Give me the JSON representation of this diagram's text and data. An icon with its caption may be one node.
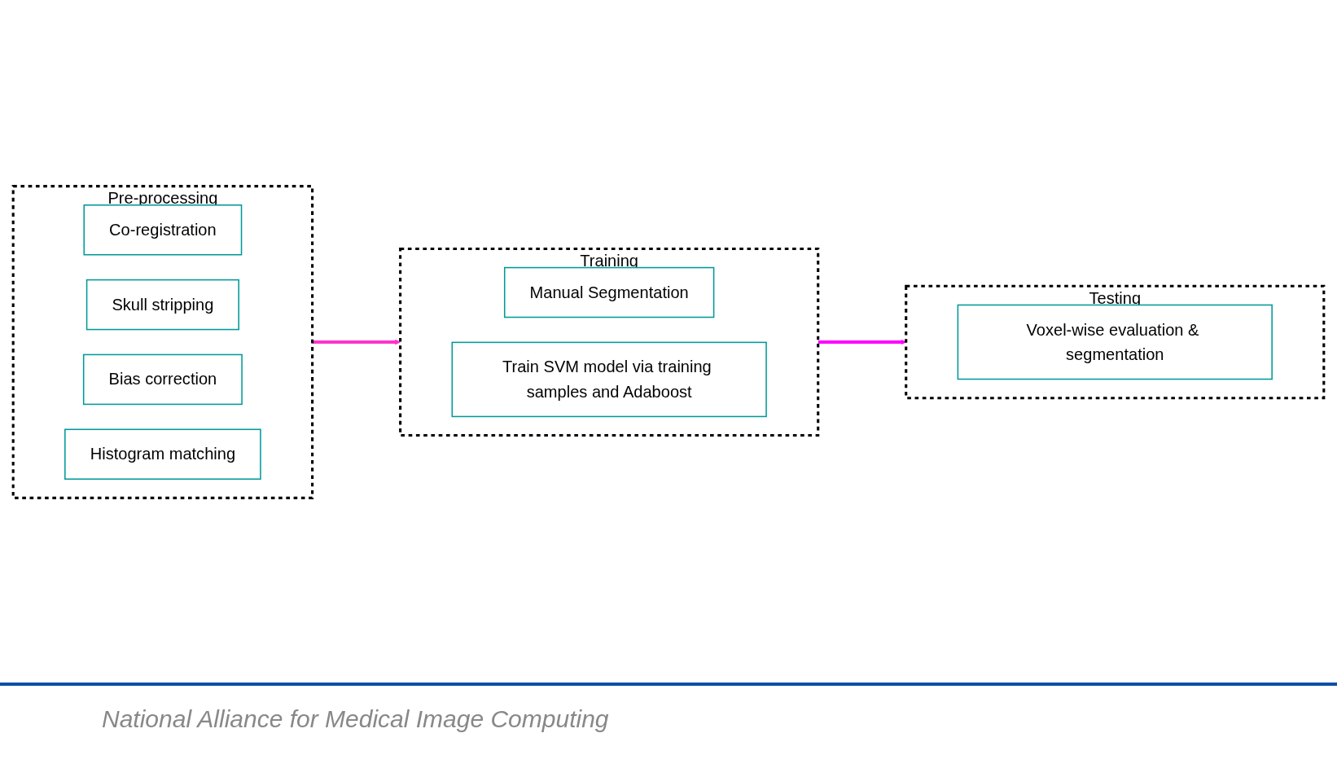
{
  "diagram": {
    "nodes": [
      {
        "text": [
          "Pre-processing"
        ]
      },
      {
        "text": [
          "Co-registration"
        ],
        "in": 0
      },
      {
        "text": [
          "Skull stripping"
        ],
        "in": 0
      },
      {
        "text": [
          "Bias correction"
        ],
        "in": 0
      },
      {
        "text": [
          "Histogram matching"
        ],
        "in": 0
      },
      {
        "text": [
          "Training"
        ]
      },
      {
        "text": [
          "Manual Segmentation"
        ],
        "in": 5
      },
      {
        "text": [
          "Train SVM model via training samples and Adaboost"
        ],
        "in": 5
      },
      {
        "text": [
          "Testing"
        ]
      },
      {
        "text": [
          "Voxel-wise evaluation & segmentation"
        ],
        "in": 8
      }
    ],
    "edges": [
      {
        "from": 0,
        "to": 5,
        "arrow": "to",
        "color": "#ff33cc"
      },
      {
        "from": 5,
        "to": 8,
        "arrow": "to",
        "color": "#ff00ff"
      }
    ],
    "labels": [
      "National Alliance for Medical Image Computing"
    ]
  }
}
